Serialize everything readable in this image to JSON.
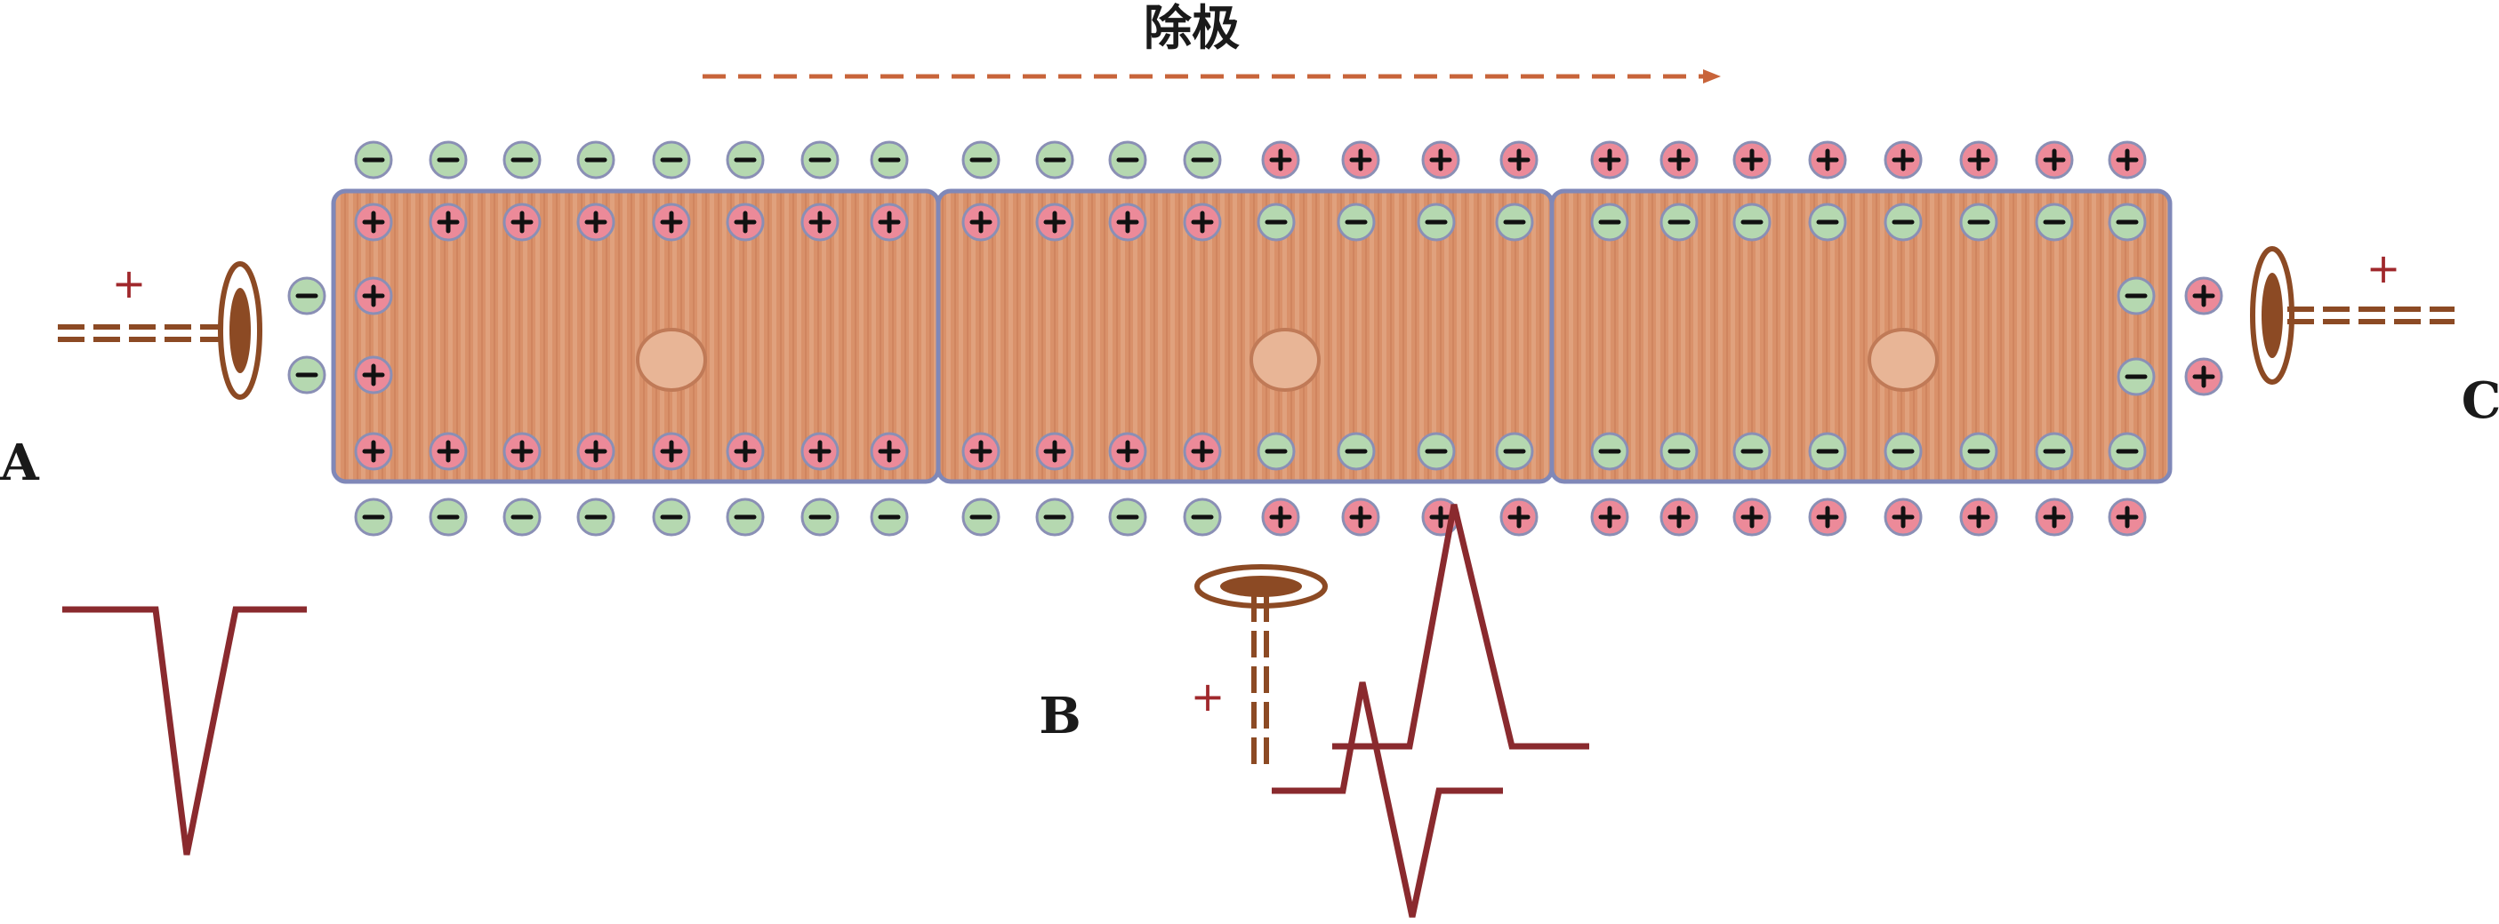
{
  "title": "除极",
  "colors": {
    "cell_fill": "#d9916a",
    "cell_border": "#8088b8",
    "positive_ion": "#ec8a99",
    "negative_ion": "#b5d8b0",
    "arrow": "#c8643a",
    "waveform": "#8a2a2e",
    "electrode": "#8c4a24"
  },
  "arrow": {
    "direction": "right",
    "style": "dashed"
  },
  "cells": [
    {
      "name": "cell-1",
      "top": [
        "-",
        "-",
        "-",
        "-",
        "-",
        "-",
        "-",
        "-"
      ],
      "inner_top": [
        "+",
        "+",
        "+",
        "+",
        "+",
        "+",
        "+",
        "+"
      ],
      "inner_bottom": [
        "+",
        "+",
        "+",
        "+",
        "+",
        "+",
        "+",
        "+"
      ],
      "bottom": [
        "-",
        "-",
        "-",
        "-",
        "-",
        "-",
        "-",
        "-"
      ]
    },
    {
      "name": "cell-2",
      "top": [
        "-",
        "-",
        "-",
        "-",
        "+",
        "+",
        "+",
        "+"
      ],
      "inner_top": [
        "+",
        "+",
        "+",
        "+",
        "-",
        "-",
        "-",
        "-"
      ],
      "inner_bottom": [
        "+",
        "+",
        "+",
        "+",
        "-",
        "-",
        "-",
        "-"
      ],
      "bottom": [
        "-",
        "-",
        "-",
        "-",
        "+",
        "+",
        "+",
        "+"
      ]
    },
    {
      "name": "cell-3",
      "top": [
        "+",
        "+",
        "+",
        "+",
        "+",
        "+",
        "+",
        "+"
      ],
      "inner_top": [
        "-",
        "-",
        "-",
        "-",
        "-",
        "-",
        "-",
        "-"
      ],
      "inner_bottom": [
        "-",
        "-",
        "-",
        "-",
        "-",
        "-",
        "-",
        "-"
      ],
      "bottom": [
        "+",
        "+",
        "+",
        "+",
        "+",
        "+",
        "+",
        "+"
      ]
    }
  ],
  "left_end": {
    "outside": [
      "-",
      "-"
    ],
    "inside": [
      "+",
      "+"
    ]
  },
  "right_end": {
    "inside": [
      "-",
      "-"
    ],
    "outside": [
      "+",
      "+"
    ]
  },
  "electrodes": [
    {
      "label": "A",
      "polarity": "+",
      "deflection": "negative"
    },
    {
      "label": "B",
      "polarity": "+",
      "deflection": "biphasic"
    },
    {
      "label": "C",
      "polarity": "+",
      "deflection": "positive"
    }
  ]
}
